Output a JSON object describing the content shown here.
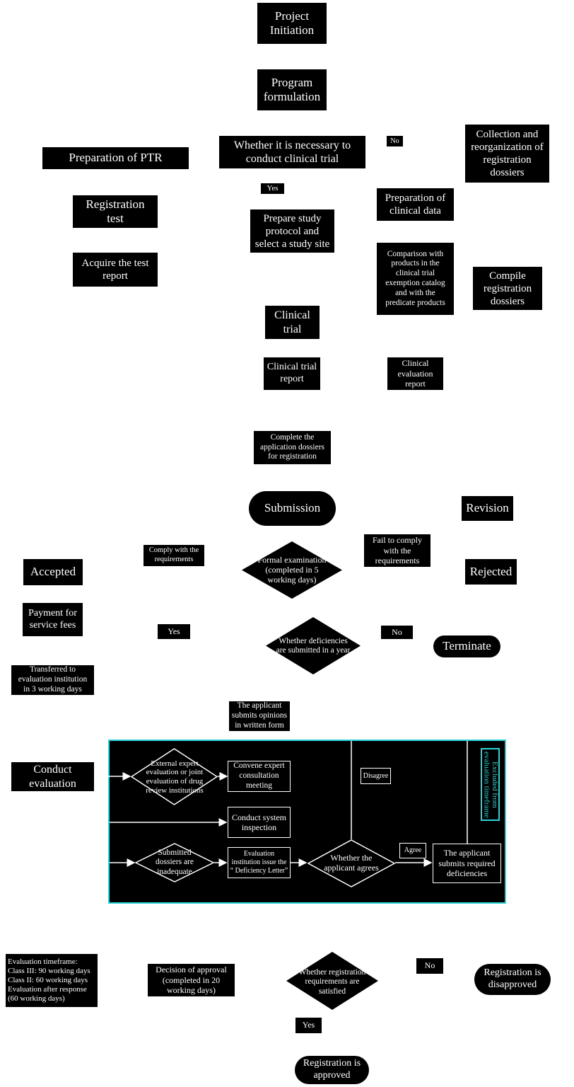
{
  "nodes": {
    "project_initiation": "Project\nInitiation",
    "program_formulation": "Program\nformulation",
    "clinical_trial_question": "Whether it is necessary to\nconduct clinical trial",
    "no_1": "No",
    "collection": "Collection and\nreorganization of\nregistration\ndossiers",
    "preparation_ptr": "Preparation of PTR",
    "yes_1": "Yes",
    "registration_test": "Registration\ntest",
    "prepare_protocol": "Prepare study\nprotocol and\nselect a study site",
    "preparation_clinical_data": "Preparation of\nclinical data",
    "acquire_report": "Acquire the test\nreport",
    "comparison": "Comparison with\nproducts in the\nclinical trial\nexemption catalog\nand with the\npredicate products",
    "compile": "Compile\nregistration\ndossiers",
    "clinical_trial": "Clinical\ntrial",
    "clinical_trial_report": "Clinical trial\nreport",
    "clinical_evaluation_report": "Clinical\nevaluation\nreport",
    "complete_application": "Complete the\napplication dossiers\nfor registration",
    "submission": "Submission",
    "revision": "Revision",
    "comply": "Comply with the\nrequirements",
    "fail_comply": "Fail to comply\nwith the\nrequirements",
    "formal_exam": "Formal examination\n(completed in 5\nworking days)",
    "accepted": "Accepted",
    "rejected": "Rejected",
    "payment": "Payment for\nservice fees",
    "yes_2": "Yes",
    "deficiencies_question": "Whether deficiencies\nare submitted in a year",
    "no_2": "No",
    "terminate": "Terminate",
    "transferred": "Transferred to\nevaluation institution\nin 3 working days",
    "applicant_opinions": "The applicant\nsubmits opinions\nin written form",
    "conduct_evaluation": "Conduct\nevaluation",
    "external_expert": "External expert\nevaluation or joint\nevaluation of drug\nreview institutions",
    "convene_expert": "Convene expert\nconsultation\nmeeting",
    "disagree": "Disagree",
    "excluded": "Excluded from\nevaluation timeframe",
    "system_inspection": "Conduct system\ninspection",
    "dossiers_inadequate": "Submitted\ndossiers are\ninadequate",
    "deficiency_letter": "Evaluation\ninstitution issue the\n“ Deficiency Letter”",
    "applicant_agrees": "Whether the\napplicant agrees",
    "agree": "Agree",
    "submits_deficiencies": "The applicant\nsubmits required\ndeficiencies",
    "timeframe": "Evaluation timeframe:\nClass III: 90 working days\nClass II: 60 working days\nEvaluation after response\n(60 working days)",
    "decision": "Decision of approval\n(completed in 20\nworking days)",
    "requirements_question": "Whether registration\nrequirements are\nsatisfied",
    "no_3": "No",
    "disapproved": "Registration is\ndisapproved",
    "yes_3": "Yes",
    "approved": "Registration is\napproved"
  },
  "colors": {
    "node_fill": "#000000",
    "text": "#ffffff",
    "evaluation_panel_border": "#2bd4d8",
    "background": "#ffffff"
  }
}
